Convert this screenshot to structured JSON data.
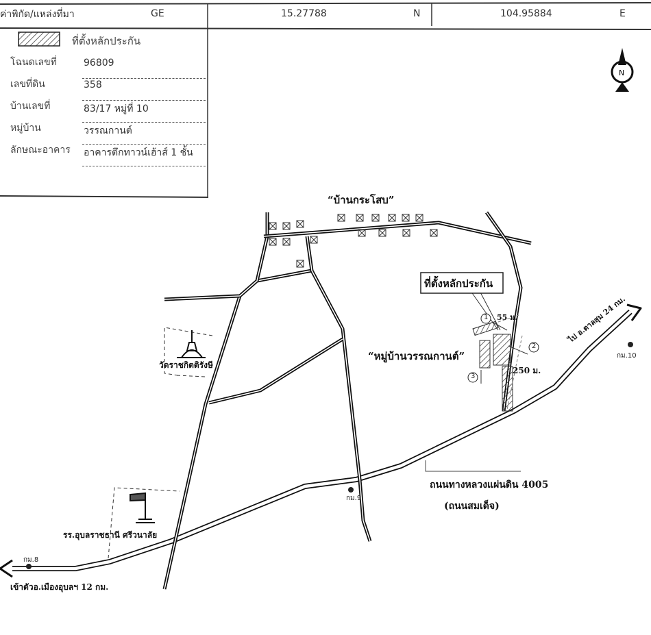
{
  "header": {
    "source_label": "ค่าพิกัด/แหล่งที่มา",
    "source": "GE",
    "lat": "15.27788",
    "lat_dir": "N",
    "lon": "104.95884",
    "lon_dir": "E"
  },
  "legend": {
    "hatch_label": "ที่ตั้งหลักประกัน",
    "rows": [
      {
        "label": "โฉนดเลขที่",
        "value": "96809"
      },
      {
        "label": "เลขที่ดิน",
        "value": "358"
      },
      {
        "label": "บ้านเลขที่",
        "value": "83/17  หมู่ที่ 10"
      },
      {
        "label": "หมู่บ้าน",
        "value": "วรรณกานต์"
      },
      {
        "label": "ลักษณะอาคาร",
        "value": "อาคารตึกทาวน์เฮ้าส์ 1 ชั้น"
      }
    ]
  },
  "map": {
    "compass": "N",
    "village_top": "“บ้านกระโสบ”",
    "collateral_box": "ที่ตั้งหลักประกัน",
    "village": "“หมู่บ้านวรรณกานต์”",
    "dist_55": "55 ม.",
    "dist_250": "250 ม.",
    "markers": [
      "1",
      "2",
      "3"
    ],
    "temple": "วัดราชกิตติรังษี",
    "school": "รร.อุบลราชธานี ศรีวนาลัย",
    "to_right": "ไป อ.ตาลสุม 24 กม.",
    "km10": "กม.10",
    "km9": "กม.9",
    "km8": "กม.8",
    "to_left": "เข้าตัวอ.เมืองอุบลฯ 12 กม.",
    "highway": "ถนนทางหลวงแผ่นดิน 4005",
    "highway_alt": "(ถนนสมเด็จ)"
  }
}
